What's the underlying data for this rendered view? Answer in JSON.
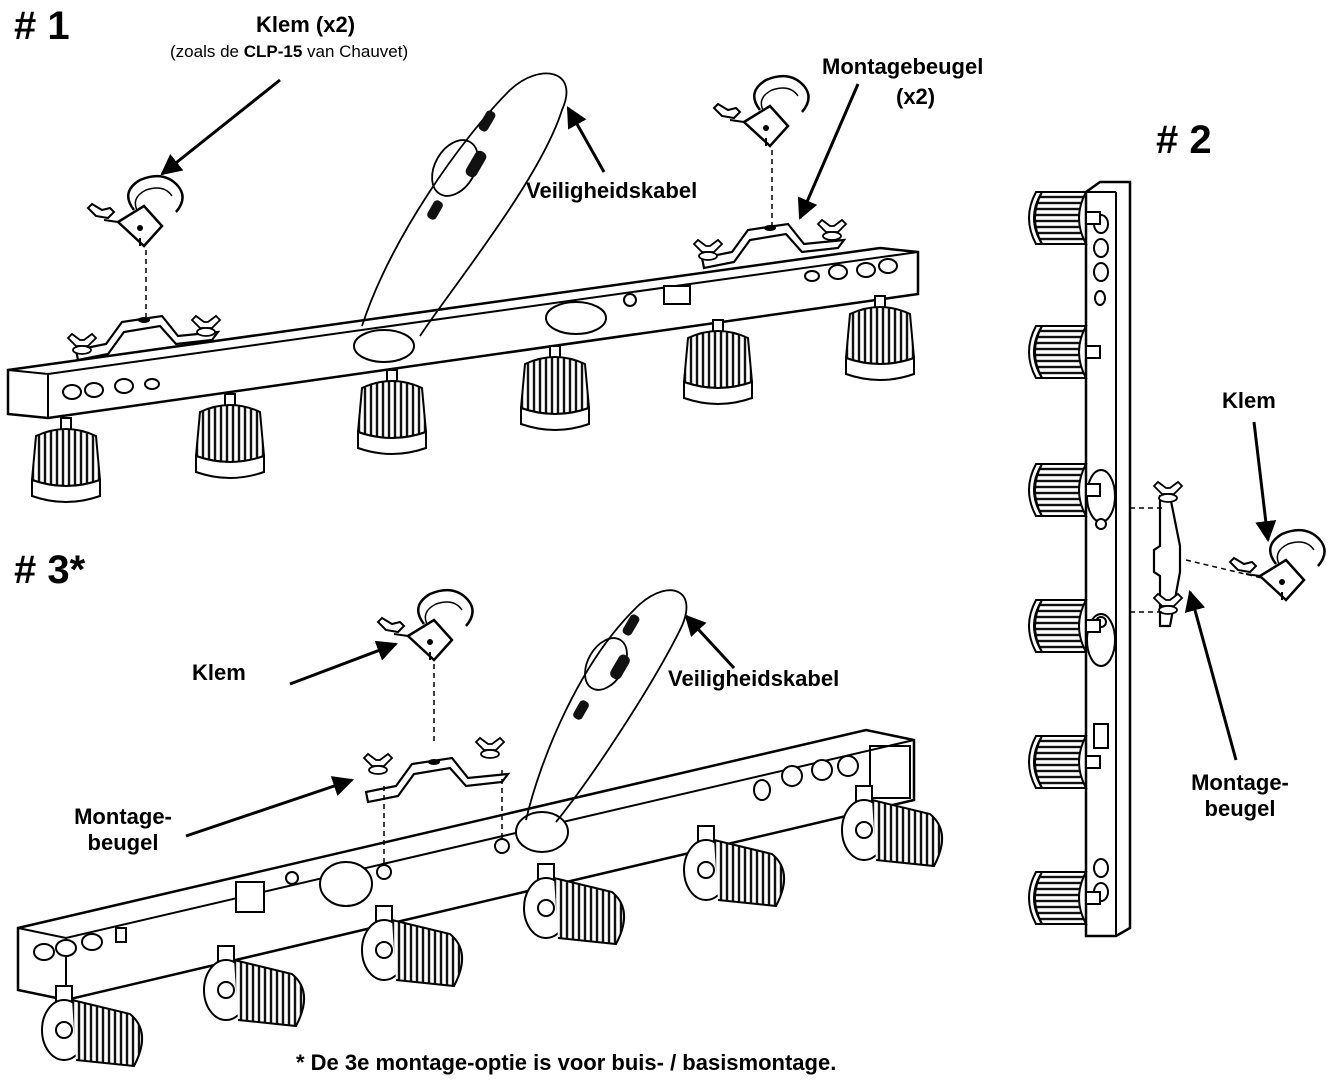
{
  "sections": {
    "s1": {
      "number": "# 1"
    },
    "s2": {
      "number": "# 2"
    },
    "s3": {
      "number": "# 3*"
    }
  },
  "labels": {
    "klem_x2": "Klem (x2)",
    "zoals_prefix": "(zoals de ",
    "zoals_model": "CLP-15",
    "zoals_suffix": " van Chauvet)",
    "montagebeugel": "Montagebeugel",
    "montagebeugel_count": "(x2)",
    "veiligheidskabel_1": "Veiligheidskabel",
    "klem_2": "Klem",
    "montage_2_line1": "Montage-",
    "montage_2_line2": "beugel",
    "klem_3": "Klem",
    "veiligheidskabel_3": "Veiligheidskabel",
    "montage_3_line1": "Montage-",
    "montage_3_line2": "beugel"
  },
  "footnote": "* De 3e montage-optie is voor buis- / basismontage.",
  "colors": {
    "ink": "#000000",
    "paper": "#ffffff",
    "light_gray": "#d9d9d9",
    "dark_gray": "#2b2b2b"
  }
}
